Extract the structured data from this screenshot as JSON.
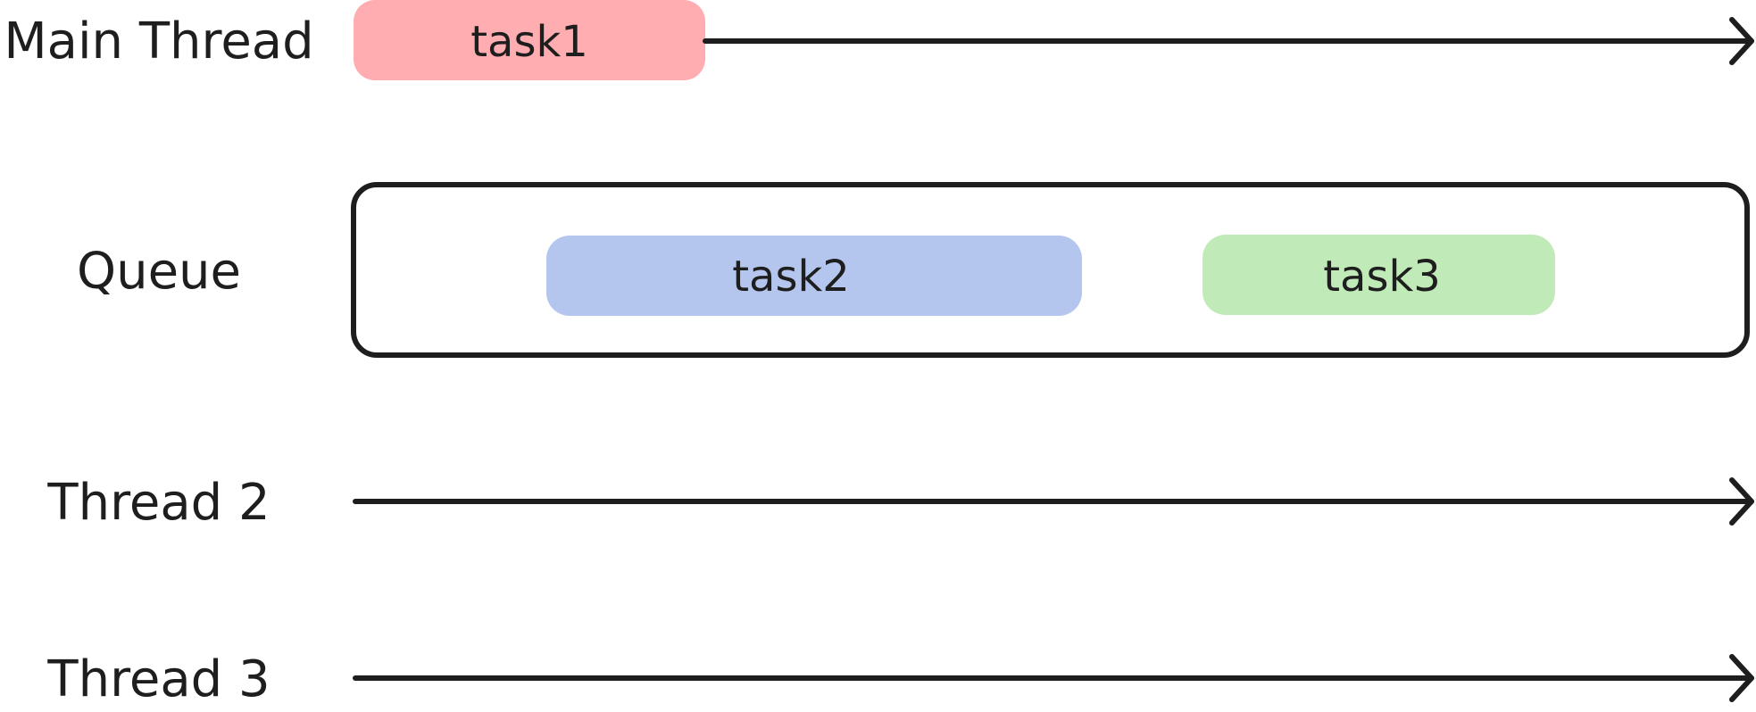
{
  "rows": {
    "main_thread": {
      "label": "Main Thread"
    },
    "queue": {
      "label": "Queue"
    },
    "thread2": {
      "label": "Thread 2"
    },
    "thread3": {
      "label": "Thread 3"
    }
  },
  "tasks": {
    "task1": {
      "label": "task1",
      "color": "#ffadb0"
    },
    "task2": {
      "label": "task2",
      "color": "#b5c6ee"
    },
    "task3": {
      "label": "task3",
      "color": "#c0eab8"
    }
  },
  "colors": {
    "stroke": "#1e1e1e",
    "background": "#ffffff"
  }
}
